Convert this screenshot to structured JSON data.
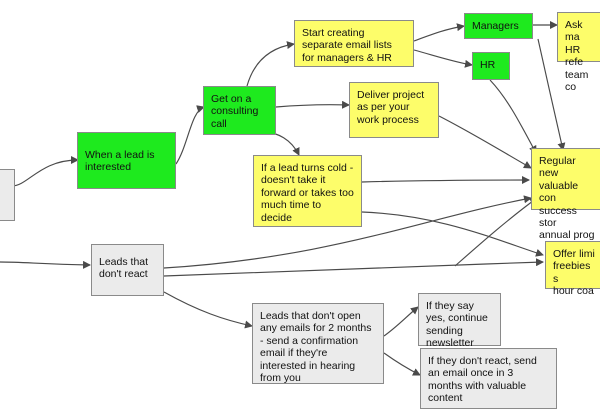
{
  "colors": {
    "green": "#1eea1e",
    "yellow": "#fdfd6a",
    "gray": "#ebebeb",
    "edge": "#4a4a4a"
  },
  "nodes": {
    "left_stub": {
      "text": ""
    },
    "lead_interested": {
      "text": "When a lead is interested"
    },
    "consulting_call": {
      "text": "Get on a consulting call"
    },
    "email_lists": {
      "text": "Start creating separate email lists for managers & HR"
    },
    "managers": {
      "text": "Managers"
    },
    "hr": {
      "text": "HR"
    },
    "ask_managers": {
      "text": "Ask ma\nHR refe\nteam co"
    },
    "deliver_project": {
      "text": "Deliver project as per your work process"
    },
    "lead_cold": {
      "text": "If a lead turns cold - doesn't take it forward or takes too much time to decide"
    },
    "regular_newsletter": {
      "text": "Regular new\nvaluable con\nsuccess stor\nannual prog"
    },
    "offer_freebies": {
      "text": "Offer limi\nfreebies s\nhour coa"
    },
    "leads_no_react": {
      "text": "Leads that don't react"
    },
    "leads_no_open": {
      "text": "Leads that don't open any emails for 2 months - send a confirmation email if they're interested in hearing from you"
    },
    "say_yes": {
      "text": "If they say yes, continue sending newsletter"
    },
    "dont_react_send": {
      "text": "If they don't react, send an email once in 3 months with valuable content"
    }
  }
}
